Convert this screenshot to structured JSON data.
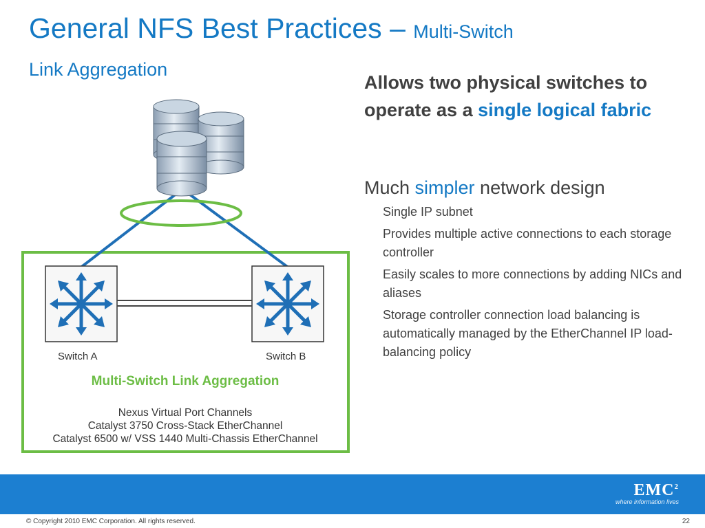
{
  "title": {
    "main": "General NFS Best Practices – ",
    "small": "Multi-Switch",
    "line2": "Link Aggregation"
  },
  "lead": {
    "prefix": "Allows two physical switches to operate as a ",
    "highlight": "single logical fabric"
  },
  "section": {
    "prefix": "Much ",
    "highlight": "simpler",
    "suffix": " network design"
  },
  "bullets": [
    "Single IP subnet",
    "Provides multiple active connections to each storage controller",
    "Easily scales to more connections by adding NICs and aliases",
    "Storage controller connection load balancing is automatically managed by the EtherChannel IP load-balancing policy"
  ],
  "diagram": {
    "switch_a": "Switch A",
    "switch_b": "Switch B",
    "heading": "Multi-Switch Link Aggregation",
    "lines": [
      "Nexus Virtual Port Channels",
      "Catalyst 3750 Cross-Stack EtherChannel",
      "Catalyst 6500 w/ VSS 1440 Multi-Chassis EtherChannel"
    ]
  },
  "footer": {
    "copyright": "© Copyright 2010 EMC Corporation. All rights reserved.",
    "page": "22",
    "logo": "EMC",
    "logo_sup": "2",
    "tagline": "where information lives"
  },
  "colors": {
    "accent": "#1479c4",
    "green": "#6cbd45",
    "footer_bar": "#1c7fd1",
    "link_line": "#1f6fb6"
  }
}
